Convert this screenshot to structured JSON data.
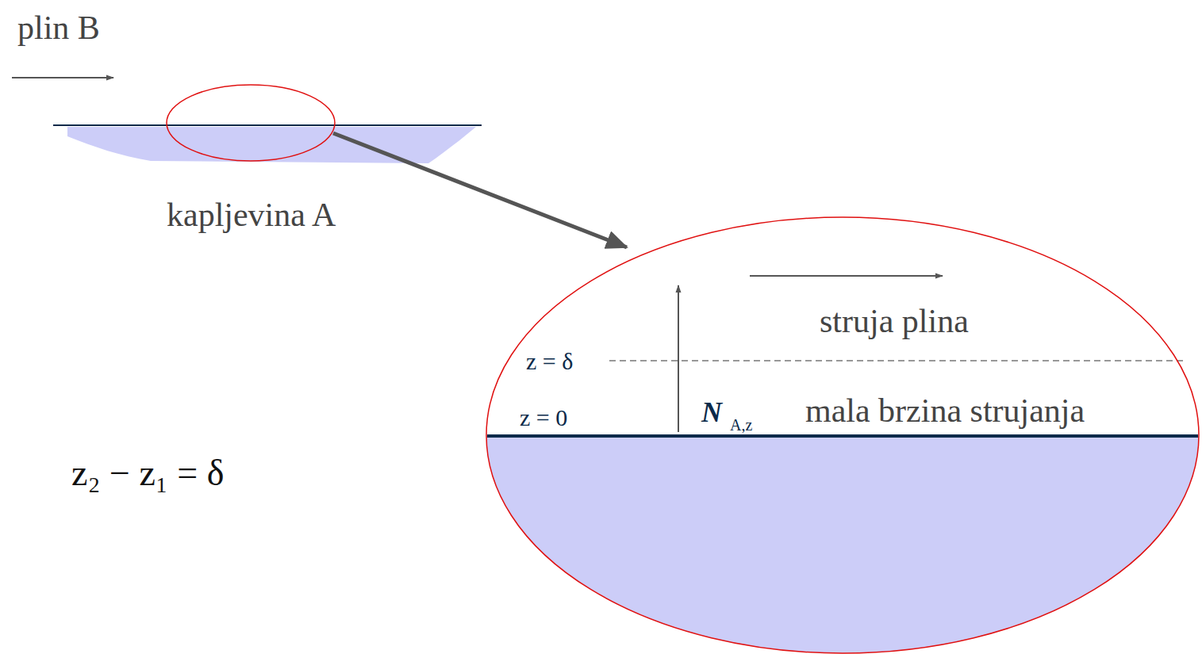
{
  "diagram": {
    "labels": [
      "plin B",
      "kapljevina A",
      "z₂ − z₁ = δ",
      "struja plina",
      "z = δ",
      "z = 0",
      "N",
      "A,z",
      "mala brzina strujanja"
    ]
  }
}
